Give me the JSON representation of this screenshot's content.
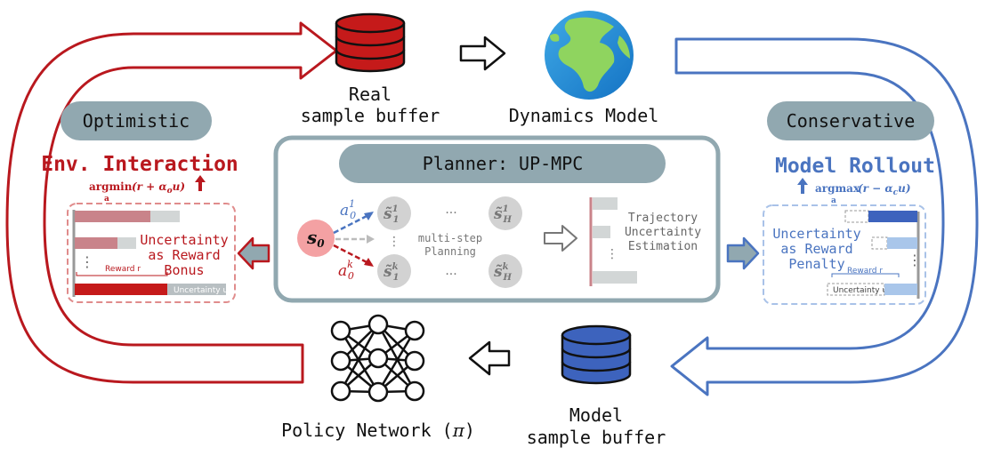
{
  "colors": {
    "optimistic_red": "#b9181e",
    "conservative_blue": "#4a74c0",
    "slate": "#91a8b0",
    "panel_border": "#8fa7b0",
    "node_gray": "#d2d2d2",
    "s0_pink": "#f4a1a3"
  },
  "top": {
    "real_buffer_label_1": "Real",
    "real_buffer_label_2": "sample buffer",
    "dynamics_model_label": "Dynamics Model"
  },
  "bottom": {
    "policy_label": "Policy Network (",
    "policy_symbol": "π",
    "policy_close": ")",
    "model_buffer_label_1": "Model",
    "model_buffer_label_2": "sample buffer"
  },
  "left": {
    "badge": "Optimistic",
    "title": "Env. Interaction",
    "formula_op": "argmin",
    "formula_sub": "a",
    "formula_expr": "(r + α",
    "formula_sub2": "o",
    "formula_end": "u)",
    "uncertainty_text": [
      "Uncertainty",
      "as Reward",
      "Bonus"
    ],
    "reward_label": "Reward r",
    "uncertainty_label": "Uncertainty u",
    "dots": "⋮"
  },
  "right": {
    "badge": "Conservative",
    "title": "Model Rollout",
    "formula_op": "argmax",
    "formula_sub": "a",
    "formula_expr": "(r − α",
    "formula_sub2": "c",
    "formula_end": "u)",
    "uncertainty_text": [
      "Uncertainty",
      "as Reward",
      "Penalty"
    ],
    "reward_label": "Reward r",
    "uncertainty_label": "Uncertainty u",
    "dots": "⋮"
  },
  "planner": {
    "title": "Planner: UP-MPC",
    "s0": "s",
    "s0_sub": "0",
    "a_top": "a",
    "a_top_sub": "0",
    "a_top_sup": "1",
    "a_bot": "a",
    "a_bot_sub": "0",
    "a_bot_sup": "k",
    "s11": "s̃",
    "s11_sub": "1",
    "s11_sup": "1",
    "sH1": "s̃",
    "sH1_sub": "H",
    "sH1_sup": "1",
    "s1k": "s̃",
    "s1k_sub": "1",
    "s1k_sup": "k",
    "sHk": "s̃",
    "sHk_sub": "H",
    "sHk_sup": "k",
    "ellipsis": "···",
    "vdots": "⋮",
    "multi_step_1": "multi-step",
    "multi_step_2": "Planning",
    "traj_1": "Trajectory",
    "traj_2": "Uncertainty",
    "traj_3": "Estimation"
  }
}
